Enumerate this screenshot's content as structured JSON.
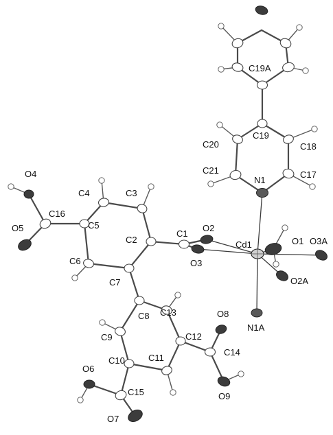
{
  "labels": {
    "C19A": "C19A",
    "C19": "C19",
    "C20": "C20",
    "C18": "C18",
    "C21": "C21",
    "N1": "N1",
    "C17": "C17",
    "O4": "O4",
    "C4": "C4",
    "C3": "C3",
    "C16": "C16",
    "C5": "C5",
    "O5": "O5",
    "C2": "C2",
    "C1": "C1",
    "O2": "O2",
    "Cd1": "Cd1",
    "O1": "O1",
    "O3A": "O3A",
    "C6": "C6",
    "C7": "C7",
    "O3": "O3",
    "O2A": "O2A",
    "C8": "C8",
    "C13": "C13",
    "O8": "O8",
    "N1A": "N1A",
    "C9": "C9",
    "C12": "C12",
    "C14": "C14",
    "C10": "C10",
    "C11": "C11",
    "O6": "O6",
    "C15": "C15",
    "O9": "O9",
    "O7": "O7"
  }
}
